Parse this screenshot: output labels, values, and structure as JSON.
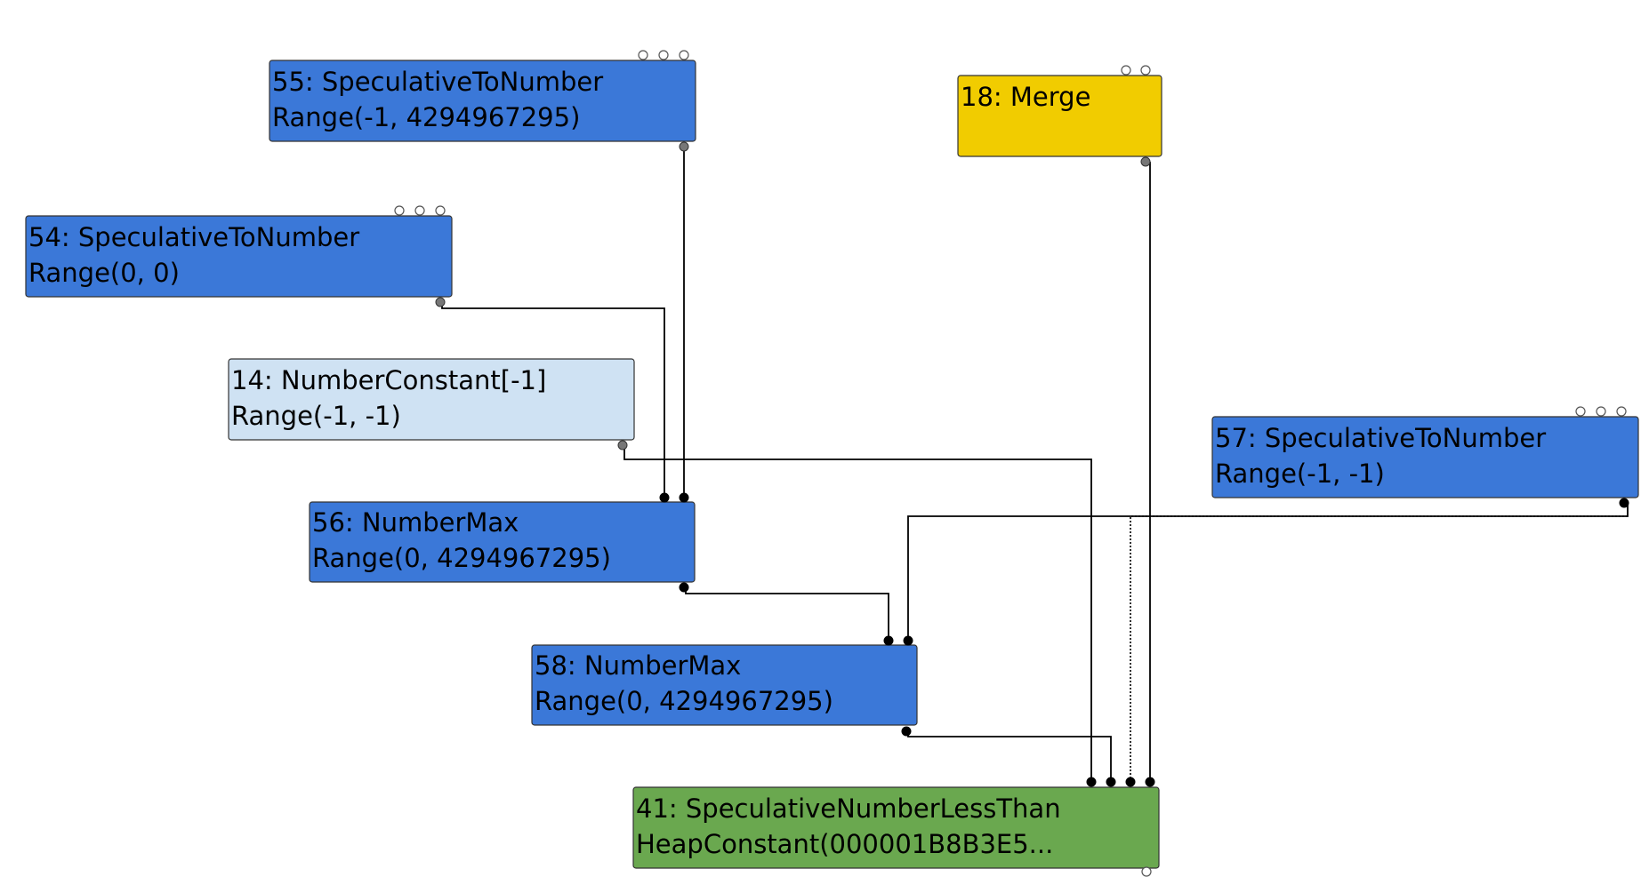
{
  "colors": {
    "speculative": "#3b78d8",
    "constant": "#cfe2f3",
    "control": "#f1cc00",
    "comparison": "#6aa84f",
    "edge": "#000000"
  },
  "nodes": [
    {
      "id": "55",
      "name": "SpeculativeToNumber",
      "line1": "55: SpeculativeToNumber",
      "line2": "Range(-1, 4294967295)",
      "color": "#3b78d8"
    },
    {
      "id": "18",
      "name": "Merge",
      "line1": "18: Merge",
      "line2": "",
      "color": "#f1cc00"
    },
    {
      "id": "54",
      "name": "SpeculativeToNumber",
      "line1": "54: SpeculativeToNumber",
      "line2": "Range(0, 0)",
      "color": "#3b78d8"
    },
    {
      "id": "14",
      "name": "NumberConstant",
      "line1": "14: NumberConstant[-1]",
      "line2": "Range(-1, -1)",
      "color": "#cfe2f3"
    },
    {
      "id": "57",
      "name": "SpeculativeToNumber",
      "line1": "57: SpeculativeToNumber",
      "line2": "Range(-1, -1)",
      "color": "#3b78d8"
    },
    {
      "id": "56",
      "name": "NumberMax",
      "line1": "56: NumberMax",
      "line2": "Range(0, 4294967295)",
      "color": "#3b78d8"
    },
    {
      "id": "58",
      "name": "NumberMax",
      "line1": "58: NumberMax",
      "line2": "Range(0, 4294967295)",
      "color": "#3b78d8"
    },
    {
      "id": "41",
      "name": "SpeculativeNumberLessThan",
      "line1": "41: SpeculativeNumberLessThan",
      "line2": "HeapConstant(000001B8B3E5...",
      "color": "#6aa84f"
    }
  ],
  "edges": [
    {
      "from": "55",
      "to": "56",
      "style": "solid"
    },
    {
      "from": "54",
      "to": "56",
      "style": "solid"
    },
    {
      "from": "56",
      "to": "58",
      "style": "solid"
    },
    {
      "from": "57",
      "to": "58",
      "style": "solid"
    },
    {
      "from": "14",
      "to": "41",
      "style": "solid"
    },
    {
      "from": "58",
      "to": "41",
      "style": "solid"
    },
    {
      "from": "57",
      "to": "41",
      "style": "dotted"
    },
    {
      "from": "18",
      "to": "41",
      "style": "solid"
    }
  ]
}
